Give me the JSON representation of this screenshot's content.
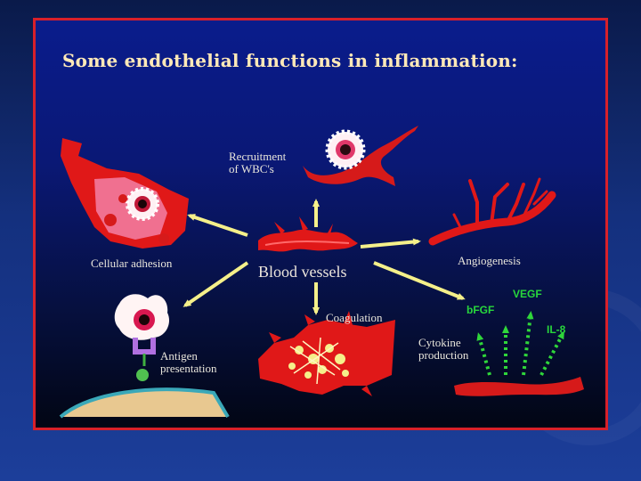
{
  "title": "Some endothelial functions in inflammation:",
  "labels": {
    "recruitment": [
      "Recruitment",
      "of WBC's"
    ],
    "cellular_adhesion": "Cellular adhesion",
    "angiogenesis": "Angiogenesis",
    "blood_vessels": "Blood vessels",
    "coagulation": "Coagulation",
    "antigen_presentation": [
      "Antigen",
      "presentation"
    ],
    "cytokine_production": [
      "Cytokine",
      "production"
    ],
    "bfgf": "bFGF",
    "vegf": "VEGF",
    "il8": "IL-8"
  },
  "colors": {
    "frame_border": "#d8202a",
    "title": "#ffe9b8",
    "arrow": "#f5f08a",
    "vessel": "#e01818",
    "cytokine_text": "#28d63c"
  }
}
